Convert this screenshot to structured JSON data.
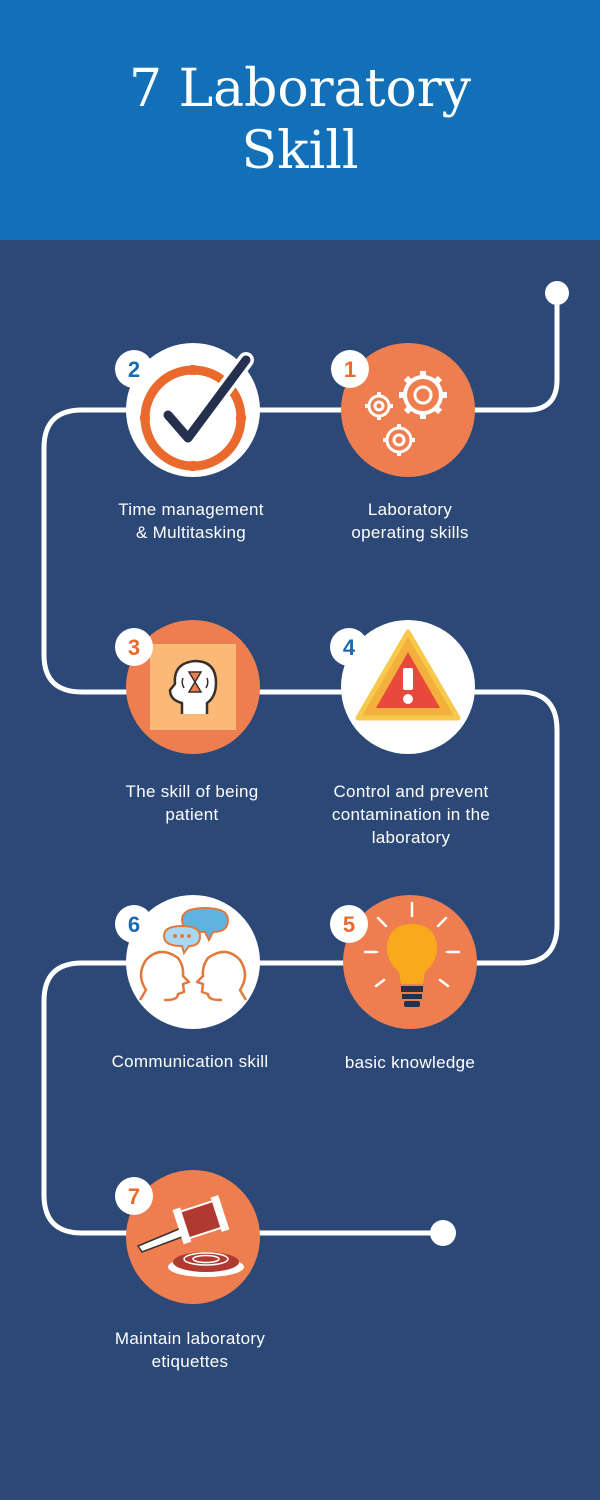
{
  "header": {
    "title_line1": "7 Laboratory",
    "title_line2": "Skill"
  },
  "colors": {
    "header_bg": "#1170b8",
    "body_bg": "#2b4876",
    "accent_orange": "#ee7e50",
    "path_white": "#ffffff"
  },
  "steps": [
    {
      "number": "1",
      "line1": "Laboratory",
      "line2": "operating skills",
      "line3": "",
      "icon": "gears-icon"
    },
    {
      "number": "2",
      "line1": "Time management",
      "line2": "& Multitasking",
      "line3": "",
      "icon": "clock-check-icon"
    },
    {
      "number": "3",
      "line1": "The skill of being",
      "line2": "patient",
      "line3": "",
      "icon": "head-hourglass-icon"
    },
    {
      "number": "4",
      "line1": "Control and prevent",
      "line2": "contamination in the",
      "line3": "laboratory",
      "icon": "warning-triangle-icon"
    },
    {
      "number": "5",
      "line1": "basic knowledge",
      "line2": "",
      "line3": "",
      "icon": "lightbulb-icon"
    },
    {
      "number": "6",
      "line1": "Communication skill",
      "line2": "",
      "line3": "",
      "icon": "conversation-heads-icon"
    },
    {
      "number": "7",
      "line1": "Maintain laboratory",
      "line2": "etiquettes",
      "line3": "",
      "icon": "gavel-icon"
    }
  ]
}
